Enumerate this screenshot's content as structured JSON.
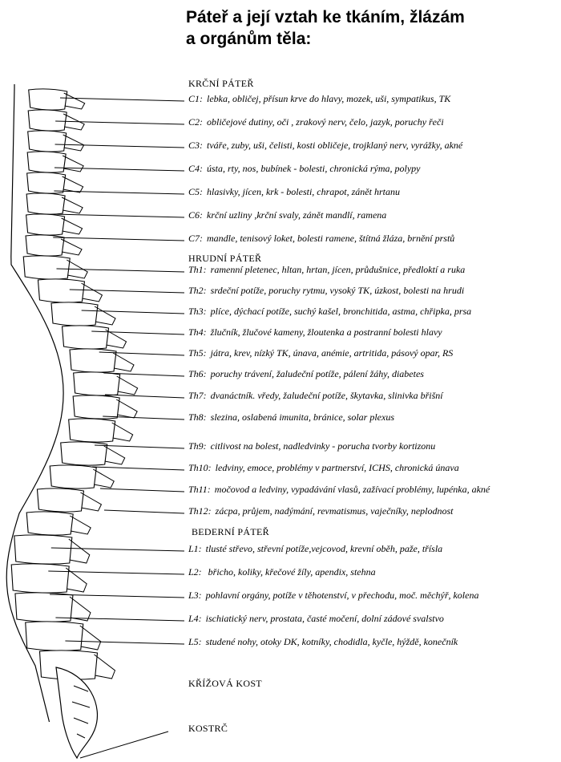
{
  "title": {
    "line1": "Páteř a její vztah ke tkáním, žlázám",
    "line2": "a orgánům těla:"
  },
  "sections": {
    "cervical": "KRČNÍ PÁTEŘ",
    "thoracic": "HRUDNÍ PÁTEŘ",
    "lumbar": "BEDERNÍ PÁTEŘ",
    "sacrum": "KŘÍŽOVÁ KOST",
    "coccyx": "KOSTRČ"
  },
  "entries": [
    {
      "code": "C1:",
      "text": "lebka, obličej,  přísun krve do hlavy,  mozek, uši, sympatikus, TK"
    },
    {
      "code": "C2:",
      "text": "obličejové dutiny, oči , zrakový  nerv, čelo, jazyk,  poruchy řeči"
    },
    {
      "code": "C3:",
      "text": "tváře, zuby, uši, čelisti, kosti obličeje,  trojklaný nerv, vyrážky, akné"
    },
    {
      "code": "C4:",
      "text": "ústa, rty, nos, bubínek - bolesti, chronická rýma, polypy"
    },
    {
      "code": "C5:",
      "text": "hlasivky, jícen, krk - bolesti, chrapot, zánět hrtanu"
    },
    {
      "code": "C6:",
      "text": "krční uzliny ,krční  svaly, zánět mandlí, ramena"
    },
    {
      "code": "C7:",
      "text": "mandle, tenisový loket, bolesti ramene, štítná žláza, brnění prstů"
    },
    {
      "code": "Th1:",
      "text": "ramenní pletenec, hltan, hrtan, jícen, průdušnice, předloktí a ruka"
    },
    {
      "code": "Th2:",
      "text": "srdeční potíže, poruchy rytmu, vysoký TK, úzkost, bolesti na hrudi"
    },
    {
      "code": "Th3:",
      "text": "plíce, dýchací potíže, suchý kašel, bronchitida,  astma, chřipka, prsa"
    },
    {
      "code": "Th4:",
      "text": "žlučník, žlučové kameny, žloutenka a postranní bolesti hlavy"
    },
    {
      "code": "Th5:",
      "text": "játra, krev,  nízký TK, únava, anémie, artritida, pásový opar, RS"
    },
    {
      "code": "Th6:",
      "text": "poruchy trávení, žaludeční potíže, pálení žáhy, diabetes"
    },
    {
      "code": "Th7:",
      "text": "dvanáctník. vředy, žaludeční potíže, škytavka, slinivka břišní"
    },
    {
      "code": "Th8:",
      "text": "slezina, oslabená  imunita, bránice,  solar plexus"
    },
    {
      "code": "Th9:",
      "text": "citlivost na bolest, nadledvinky - porucha tvorby kortizonu"
    },
    {
      "code": "Th10:",
      "text": "ledviny,  emoce, problémy v partnerství, ICHS, chronická únava"
    },
    {
      "code": "Th11:",
      "text": "močovod a ledviny,  vypadávání vlasů, zažívací problémy, lupénka, akné"
    },
    {
      "code": "Th12:",
      "text": "zácpa, průjem, nadýmání, revmatismus, vaječníky, neplodnost"
    },
    {
      "code": "L1:",
      "text": "tlusté střevo,  střevní potíže,vejcovod, krevní oběh,  paže, třísla"
    },
    {
      "code": "L2:",
      "text": " břicho, koliky, křečové žíly, apendix, stehna"
    },
    {
      "code": "L3:",
      "text": "pohlavní orgány,  potíže v těhotenství, v  přechodu, moč. měchýř, kolena"
    },
    {
      "code": "L4:",
      "text": "ischiatický nerv, prostata, časté močení, dolní zádové svalstvo"
    },
    {
      "code": "L5:",
      "text": "studené nohy, otoky DK, kotníky, chodidla,  kyčle,  hýždě,  konečník"
    }
  ]
}
